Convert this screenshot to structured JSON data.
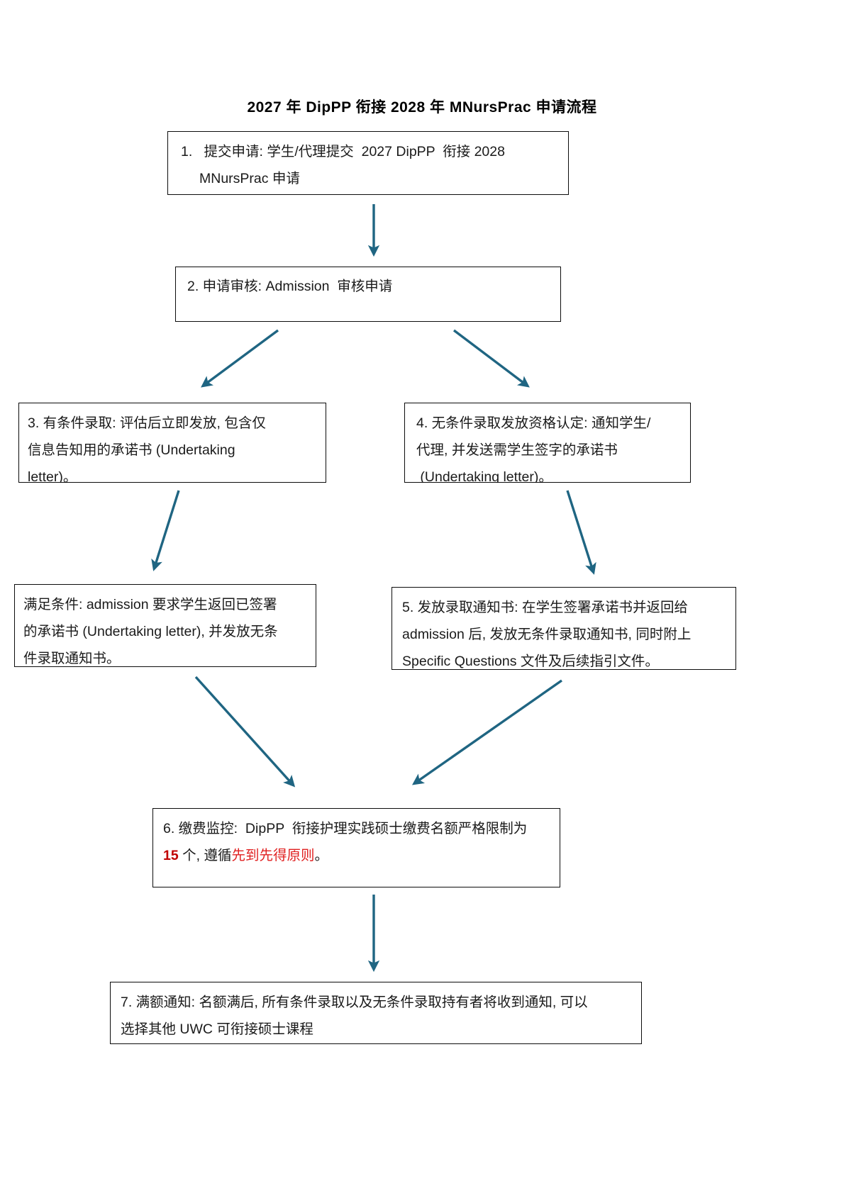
{
  "document": {
    "title": "2027 年  DipPP  衔接  2028 年  MNursPrac 申请流程",
    "accent_color": "#1F6582",
    "arrow_color": "#1F6582",
    "box_border_color": "#0c0c0c",
    "highlight_red": "#e02020",
    "background": "#ffffff"
  },
  "nodes": [
    {
      "id": "step-1",
      "lines": [
        "1.   提交申请: 学生/代理提交  2027 DipPP  衔接 2028",
        "MNursPrac 申请"
      ]
    },
    {
      "id": "step-2",
      "lines": [
        "2. 申请审核: Admission  审核申请"
      ]
    },
    {
      "id": "step-3",
      "lines": [
        "3. 有条件录取: 评估后立即发放, 包含仅",
        "信息告知用的承诺书 (Undertaking",
        "letter)。"
      ]
    },
    {
      "id": "step-4",
      "lines": [
        "4. 无条件录取发放资格认定: 通知学生/",
        "代理, 并发送需学生签字的承诺书",
        " (Undertaking letter)。"
      ]
    },
    {
      "id": "step-conditional-met",
      "lines": [
        "满足条件: admission 要求学生返回已签署",
        "的承诺书 (Undertaking letter), 并发放无条",
        "件录取通知书。"
      ]
    },
    {
      "id": "step-5",
      "lines": [
        "5. 发放录取通知书: 在学生签署承诺书并返回给",
        "admission 后, 发放无条件录取通知书, 同时附上",
        "Specific Questions 文件及后续指引文件。"
      ]
    },
    {
      "id": "step-6",
      "segments_line1": "6. 缴费监控:  DipPP  衔接护理实践硕士缴费名额严格限制为",
      "line2_prefix": "",
      "quota_number": "15",
      "line2_mid": " 个, 遵循",
      "line2_red": "先到先得原则",
      "line2_suffix": "。"
    },
    {
      "id": "step-7",
      "lines": [
        "7. 满额通知: 名额满后, 所有条件录取以及无条件录取持有者将收到通知, 可以",
        "选择其他 UWC 可衔接硕士课程"
      ]
    }
  ],
  "connectors": [
    {
      "id": "arrow-1-to-2",
      "from": "step-1",
      "to": "step-2",
      "shape": "vertical"
    },
    {
      "id": "arrow-2-to-3",
      "from": "step-2",
      "to": "step-3",
      "shape": "diagonal-left"
    },
    {
      "id": "arrow-2-to-4",
      "from": "step-2",
      "to": "step-4",
      "shape": "diagonal-right"
    },
    {
      "id": "arrow-3-to-met",
      "from": "step-3",
      "to": "step-conditional-met",
      "shape": "diagonal-left"
    },
    {
      "id": "arrow-4-to-5",
      "from": "step-4",
      "to": "step-5",
      "shape": "diagonal-right"
    },
    {
      "id": "arrow-met-to-6",
      "from": "step-conditional-met",
      "to": "step-6",
      "shape": "diagonal-right"
    },
    {
      "id": "arrow-5-to-6",
      "from": "step-5",
      "to": "step-6",
      "shape": "diagonal-left"
    },
    {
      "id": "arrow-6-to-7",
      "from": "step-6",
      "to": "step-7",
      "shape": "vertical"
    }
  ]
}
